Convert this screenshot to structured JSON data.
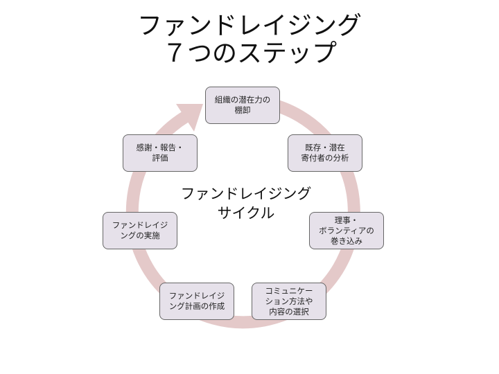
{
  "title": {
    "line1": "ファンドレイジング",
    "line2": "７つのステップ"
  },
  "center_label": {
    "line1": "ファンドレイジング",
    "line2": "サイクル"
  },
  "colors": {
    "ring": "#e4c9c9",
    "box_fill": "#e6e1ea",
    "box_border": "#666666"
  },
  "steps": [
    {
      "label": "組織の潜在力の\n棚卸"
    },
    {
      "label": "既存・潜在\n寄付者の分析"
    },
    {
      "label": "理事・\nボランティアの\n巻き込み"
    },
    {
      "label": "コミュニケー\nション方法や\n内容の選択"
    },
    {
      "label": "ファンドレイジ\nング計画の作成"
    },
    {
      "label": "ファンドレイジ\nングの実施"
    },
    {
      "label": "感謝・報告・\n評価"
    }
  ]
}
